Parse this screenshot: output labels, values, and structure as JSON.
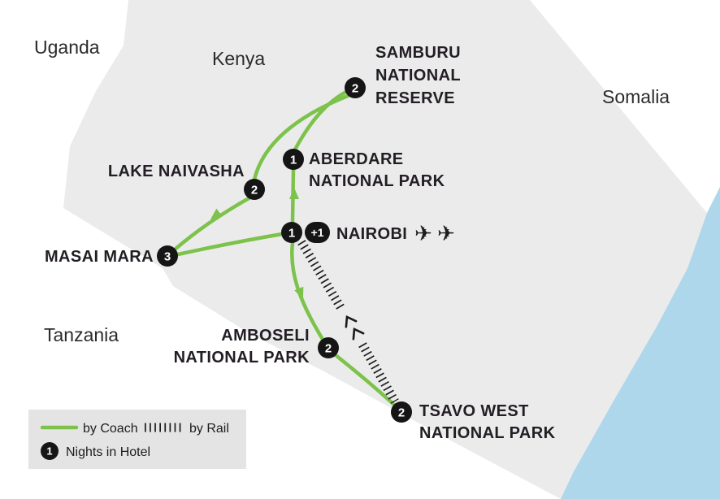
{
  "colors": {
    "route_green": "#7cc24b",
    "ocean_blue": "#aed7eb",
    "land_gray": "#ebebeb",
    "marker_black": "#151515",
    "label_dark": "#221e24",
    "legend_bg": "#e4e4e4"
  },
  "countries": {
    "uganda": "Uganda",
    "kenya": "Kenya",
    "somalia": "Somalia",
    "tanzania": "Tanzania"
  },
  "locations": {
    "samburu": {
      "nights": "2",
      "line1": "SAMBURU",
      "line2": "NATIONAL",
      "line3": "RESERVE"
    },
    "aberdare": {
      "nights": "1",
      "line1": "ABERDARE",
      "line2": "NATIONAL PARK"
    },
    "lake_naivasha": {
      "nights": "2",
      "label": "LAKE NAIVASHA"
    },
    "nairobi": {
      "nights": "1",
      "extra_nights": "+1",
      "label": "NAIROBI"
    },
    "masai_mara": {
      "nights": "3",
      "label": "MASAI MARA"
    },
    "amboseli": {
      "nights": "2",
      "line1": "AMBOSELI",
      "line2": "NATIONAL PARK"
    },
    "tsavo_west": {
      "nights": "2",
      "line1": "TSAVO WEST",
      "line2": "NATIONAL PARK"
    }
  },
  "icons": {
    "plane": "✈"
  },
  "legend": {
    "coach_label": "by Coach",
    "rail_label": "by Rail",
    "nights_label": "Nights in Hotel",
    "nights_example": "1"
  }
}
